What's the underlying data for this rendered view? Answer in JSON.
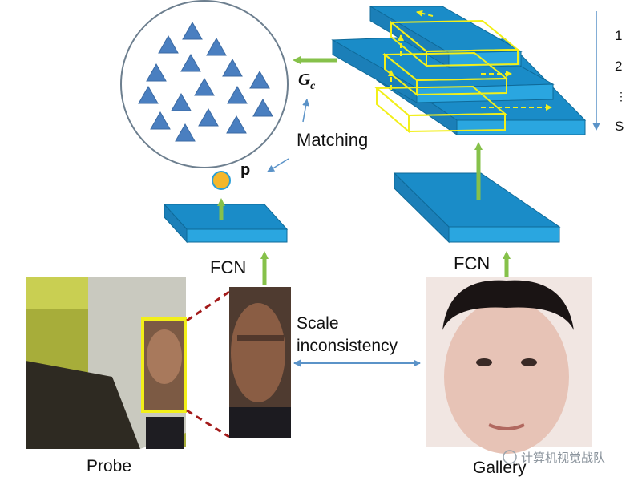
{
  "labels": {
    "matching": "Matching",
    "probe_point": "p",
    "gallery_set": "G",
    "gallery_set_sub": "c",
    "fcn_left": "FCN",
    "fcn_right": "FCN",
    "scale_line1": "Scale",
    "scale_line2": "inconsistency",
    "probe": "Probe",
    "gallery": "Gallery",
    "scales": [
      "1",
      "2",
      "⋮",
      "S"
    ]
  },
  "watermark": "计算机视觉战队",
  "colors": {
    "block_top": "#1a8cc8",
    "block_side": "#2aa6e0",
    "arrow_green": "#86c14a",
    "arrow_blue": "#5b93c8",
    "triangle": "#4a7fc0",
    "point_fill": "#f4b72b",
    "highlight": "#f2ef1a",
    "crop_line": "#a31a1a"
  }
}
